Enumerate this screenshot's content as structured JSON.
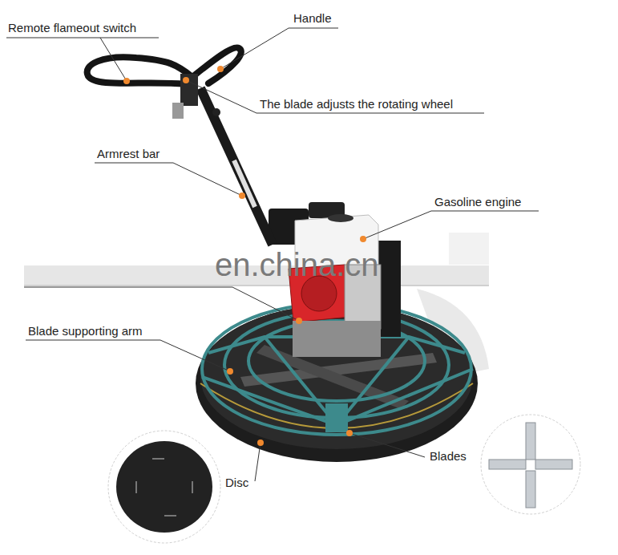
{
  "diagram": {
    "labels": [
      "Remote flameout switch",
      "Handle",
      "The blade adjusts the rotating wheel",
      "Armrest bar",
      "Gasoline engine",
      "en.china.cn",
      "Blade supporting arm",
      "Disc",
      "Blades"
    ]
  }
}
